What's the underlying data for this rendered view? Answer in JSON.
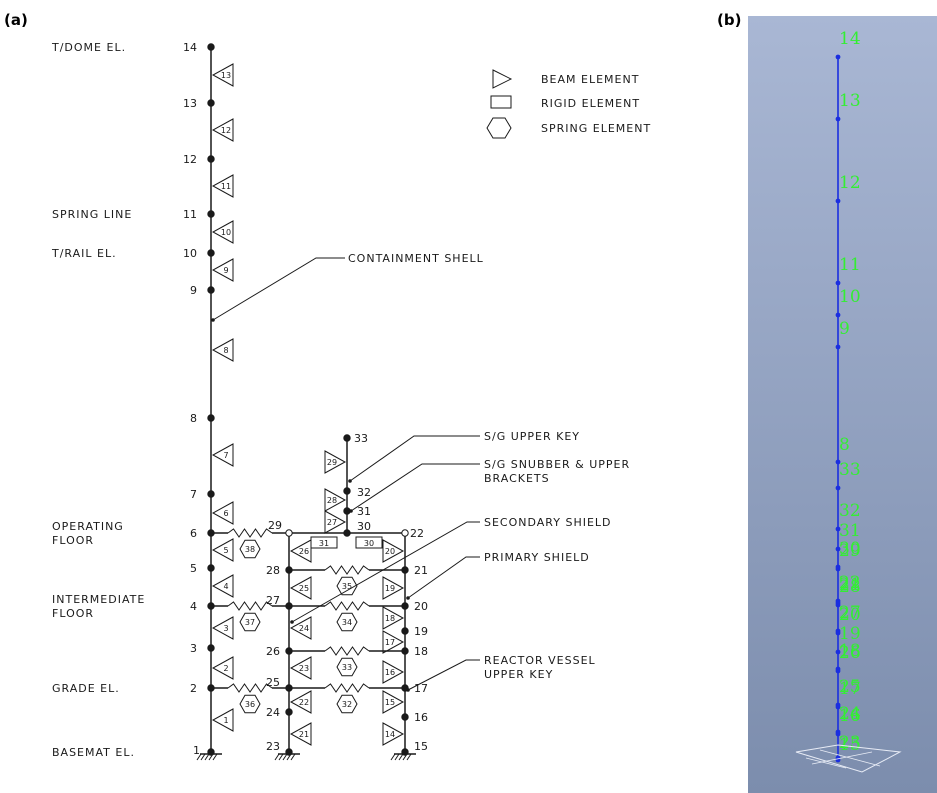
{
  "panels": {
    "a": "(a)",
    "b": "(b)"
  },
  "legend": [
    {
      "shape": "triangle",
      "label": "BEAM ELEMENT"
    },
    {
      "shape": "rectangle",
      "label": "RIGID ELEMENT"
    },
    {
      "shape": "hexagon",
      "label": "SPRING ELEMENT"
    }
  ],
  "elevations": [
    {
      "text": "T/DOME EL.",
      "node": "14"
    },
    {
      "text": "SPRING LINE",
      "node": "11"
    },
    {
      "text": "T/RAIL  EL.",
      "node": "10"
    },
    {
      "text": "OPERATING",
      "node": "6"
    },
    {
      "text": "FLOOR",
      "node": "6"
    },
    {
      "text": "INTERMEDIATE",
      "node": "4"
    },
    {
      "text": "FLOOR",
      "node": "4"
    },
    {
      "text": "GRADE EL.",
      "node": "2"
    },
    {
      "text": "BASEMAT EL.",
      "node": "1"
    }
  ],
  "callouts": [
    {
      "text": "CONTAINMENT SHELL"
    },
    {
      "text": "S/G UPPER KEY"
    },
    {
      "text": "S/G SNUBBER & UPPER"
    },
    {
      "text": "BRACKETS"
    },
    {
      "text": "SECONDARY SHIELD"
    },
    {
      "text": "PRIMARY SHIELD"
    },
    {
      "text": "REACTOR VESSEL"
    },
    {
      "text": "UPPER KEY"
    }
  ],
  "nodes": [
    "1",
    "2",
    "3",
    "4",
    "5",
    "6",
    "7",
    "8",
    "9",
    "10",
    "11",
    "12",
    "13",
    "14",
    "15",
    "16",
    "17",
    "18",
    "19",
    "20",
    "21",
    "22",
    "23",
    "24",
    "25",
    "26",
    "27",
    "28",
    "29",
    "30",
    "31",
    "32",
    "33"
  ],
  "beam_elements": [
    "1",
    "2",
    "3",
    "4",
    "5",
    "6",
    "7",
    "8",
    "9",
    "10",
    "11",
    "12",
    "13",
    "14",
    "15",
    "16",
    "17",
    "18",
    "19",
    "20",
    "21",
    "22",
    "23",
    "24",
    "25",
    "26",
    "27",
    "28",
    "29"
  ],
  "rigid_elements": [
    "30",
    "31"
  ],
  "spring_elements": [
    "32",
    "33",
    "34",
    "35",
    "36",
    "37",
    "38"
  ],
  "model_labels": [
    "14",
    "13",
    "12",
    "11",
    "10",
    "9",
    "8",
    "33",
    "32",
    "31",
    "30",
    "29",
    "22",
    "21",
    "28",
    "27",
    "20",
    "19",
    "18",
    "26",
    "25",
    "17",
    "24",
    "16",
    "23",
    "15"
  ],
  "colors": {
    "model_bg_top": "#a9b7d4",
    "model_bg_bottom": "#7c8dad",
    "model_line": "#1a2ee0",
    "model_text": "#33ee33"
  }
}
